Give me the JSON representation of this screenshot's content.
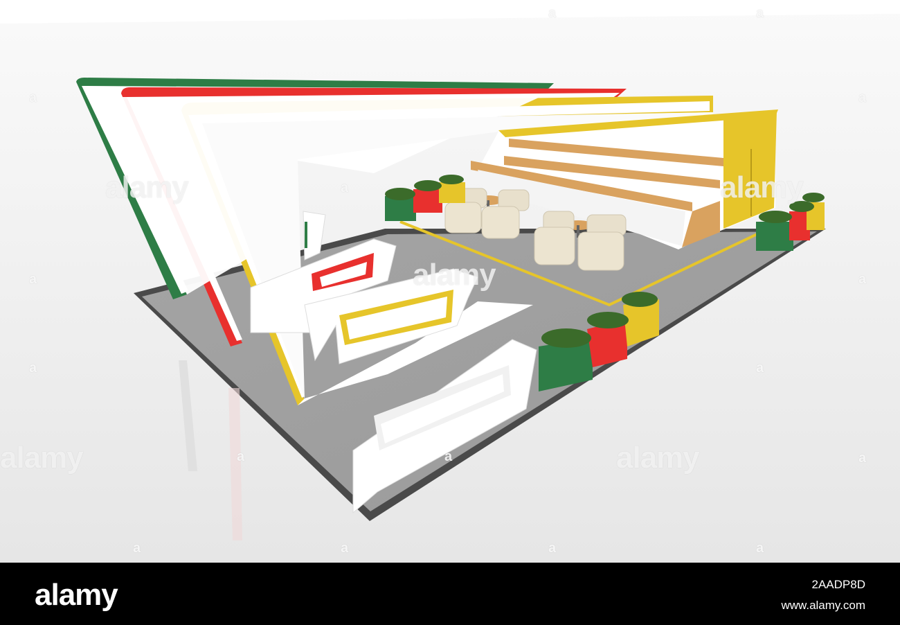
{
  "watermark": {
    "word": "alamy",
    "glyph": "a"
  },
  "footer": {
    "logo": "alamy",
    "image_id": "2AADP8D",
    "url": "www.alamy.com"
  },
  "colors": {
    "background": "#ececec",
    "floor": "#9d9d9d",
    "floor_border": "#4a4a4a",
    "green": "#2e7d46",
    "red": "#e8302e",
    "yellow": "#e6c52a",
    "white": "#ffffff",
    "wood": "#d9a25f",
    "chair": "#e8e0cc"
  }
}
